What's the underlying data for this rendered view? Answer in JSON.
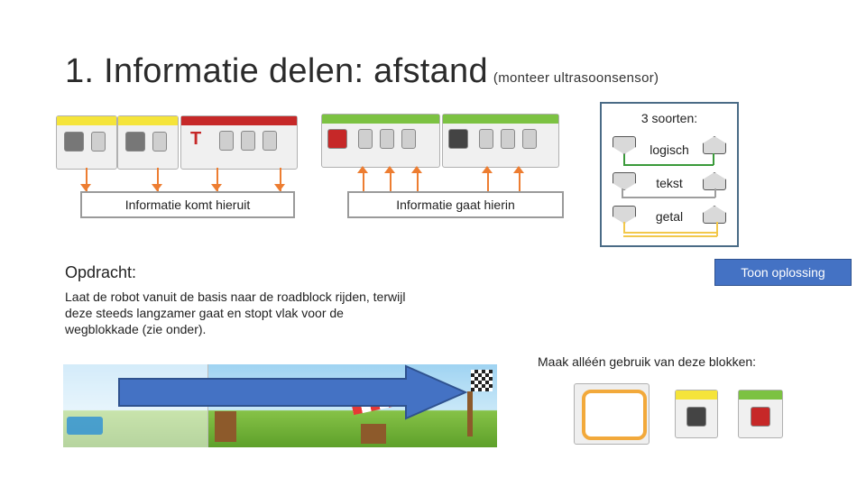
{
  "slide": {
    "title": "1. Informatie delen: afstand",
    "subtitle": "(monteer ultrasoonsensor)"
  },
  "labels": {
    "out_label": "Informatie komt hieruit",
    "in_label": "Informatie gaat hierin"
  },
  "types": {
    "header": "3 soorten:",
    "items": [
      {
        "name": "logisch",
        "color": "#3a9a3a"
      },
      {
        "name": "tekst",
        "color": "#9e9e9e"
      },
      {
        "name": "getal",
        "color": "#f2c84b"
      }
    ]
  },
  "solution_button": "Toon oplossing",
  "assignment": {
    "heading": "Opdracht:",
    "text": "Laat de robot vanuit de basis naar de roadblock rijden, terwijl deze steeds langzamer gaat en stopt vlak voor de wegblokkade (zie onder)."
  },
  "use_blocks_text": "Maak alléén gebruik van deze blokken:",
  "colors": {
    "orange": "#ed7d31",
    "sensor_yellow": "#f5e43a",
    "text_red": "#c62828",
    "motor_green": "#7cc242",
    "accent_blue": "#4472c4"
  },
  "icons": [
    "ultrasonic-sensor-icon",
    "text-block-icon",
    "motor-steering-icon",
    "loop-block-icon",
    "arrow-right-icon"
  ]
}
